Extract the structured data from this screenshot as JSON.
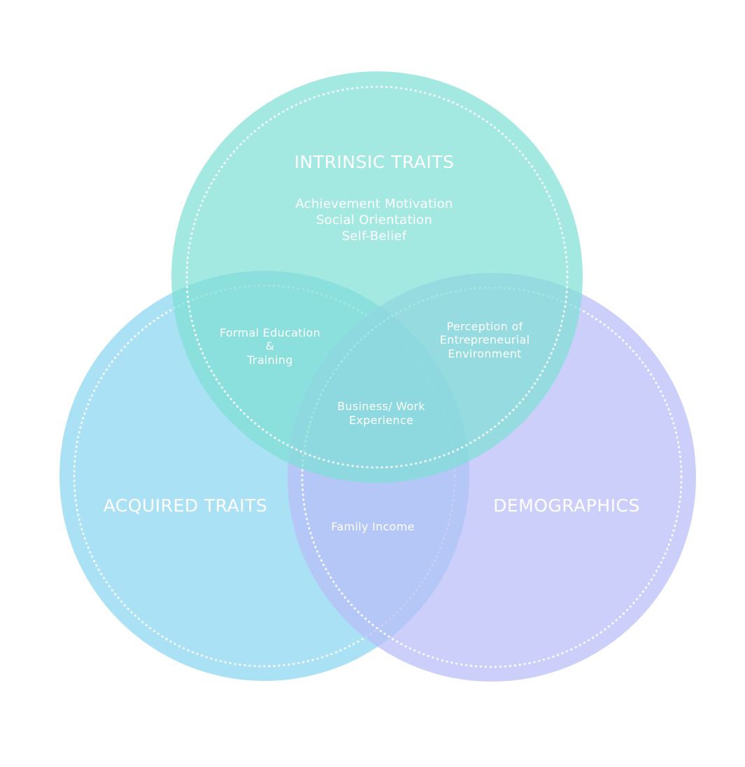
{
  "colors": {
    "intrinsic": "#7ddfd4",
    "acquired": "#93d8f2",
    "demographics": "#b8bcf8",
    "text": "#ffffff",
    "dotted_ring": "#ffffff"
  },
  "circles": {
    "intrinsic": {
      "title": "INTRINSIC TRAITS",
      "items": [
        "Achievement Motivation",
        "Social Orientation",
        "Self-Belief"
      ]
    },
    "acquired": {
      "title": "ACQUIRED TRAITS"
    },
    "demographics": {
      "title": "DEMOGRAPHICS"
    }
  },
  "overlaps": {
    "intrinsic_acquired": [
      "Formal Education",
      "&",
      "Training"
    ],
    "intrinsic_demographics": [
      "Perception of",
      "Entrepreneurial",
      "Environment"
    ],
    "all_three": [
      "Business/ Work",
      "Experience"
    ],
    "acquired_demographics": [
      "Family Income"
    ]
  }
}
